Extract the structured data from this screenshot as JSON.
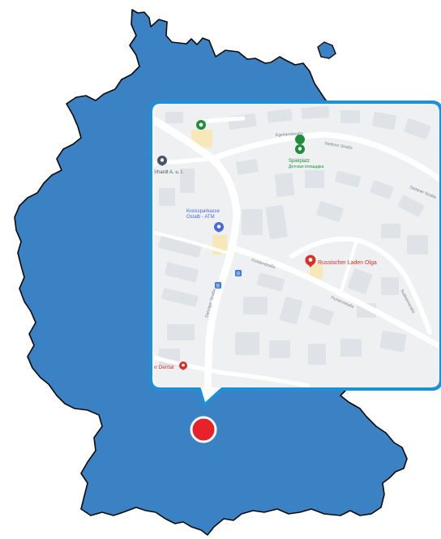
{
  "country": {
    "fill": "#3b82c4",
    "stroke": "#0a0a0a"
  },
  "marker": {
    "fill": "#e8222a",
    "stroke": "#ffffff"
  },
  "callout": {
    "border": "#1f8fd6",
    "map_background": "#eef0f2",
    "road_color": "#ffffff",
    "building_color": "#dfe3e8"
  },
  "pois": {
    "store": {
      "label": "Russischer Laden Olga",
      "color": "#d93025"
    },
    "atm": {
      "label_line1": "Kreissparkasse",
      "label_line2": "Ostalb - ATM",
      "color": "#4a6bd6"
    },
    "playground": {
      "label_line1": "Spielplatz",
      "label_line2": "Детская площадка",
      "color": "#1e8e3e"
    },
    "shop": {
      "label": "Erhardt A. u. I.",
      "color": "#4a5563"
    },
    "dental": {
      "label": "er Dental",
      "color": "#d93025"
    }
  },
  "streets": {
    "top_street": "Egerlandstraße",
    "right_street": "Stettiner Straße",
    "mid_street": "Fichtenstraße",
    "lower_street": "Fichtenstraße",
    "vertical_street": "Stettiner Straße",
    "right_vertical": "Sudetenstraße",
    "lower_left": "Danziger Straße"
  },
  "transit": {
    "stop_a": "B",
    "stop_b": "B"
  }
}
